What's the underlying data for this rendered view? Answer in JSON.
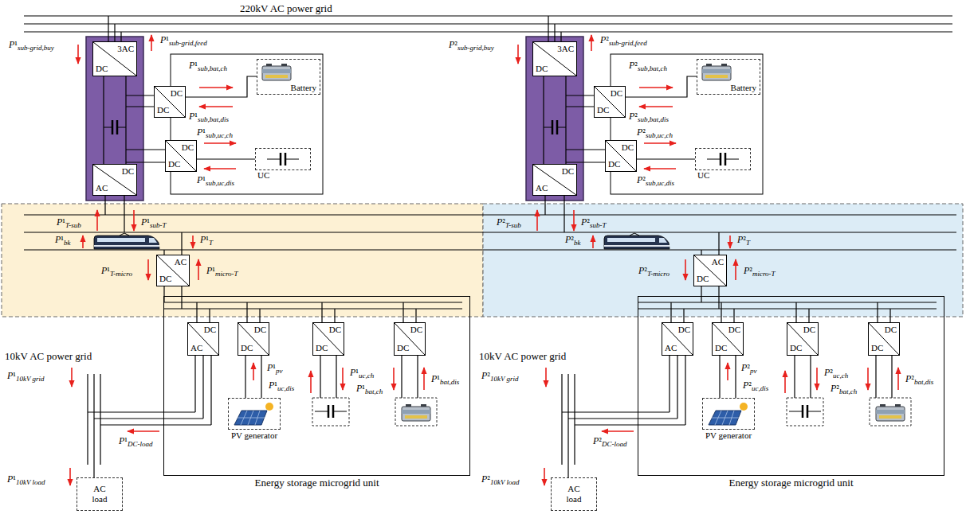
{
  "diagram": {
    "nodes": [
      {
        "text": [
          "3AC",
          "DC"
        ]
      },
      {
        "text": [
          "DC",
          "DC"
        ]
      },
      {
        "text": [
          "Battery"
        ]
      },
      {
        "text": [
          "DC",
          "DC"
        ]
      },
      {
        "text": [
          "UC"
        ]
      },
      {
        "text": [
          "DC",
          "AC"
        ]
      },
      {
        "text": [
          "3AC",
          "DC"
        ]
      },
      {
        "text": [
          "DC",
          "DC"
        ]
      },
      {
        "text": [
          "Battery"
        ]
      },
      {
        "text": [
          "DC",
          "DC"
        ]
      },
      {
        "text": [
          "UC"
        ]
      },
      {
        "text": [
          "DC",
          "AC"
        ]
      },
      {
        "text": [
          "AC",
          "DC"
        ]
      },
      {
        "text": [
          "AC",
          "DC"
        ]
      },
      {
        "text": [
          "Energy storage microgrid unit"
        ]
      },
      {
        "text": [
          "DC",
          "AC"
        ],
        "in": 14
      },
      {
        "text": [
          "DC",
          "DC"
        ],
        "in": 14
      },
      {
        "text": [
          "PV generator"
        ],
        "in": 14
      },
      {
        "text": [
          "DC",
          "DC"
        ],
        "in": 14
      },
      {
        "text": [
          "DC",
          "DC"
        ],
        "in": 14
      },
      {
        "text": [
          "AC load"
        ]
      },
      {
        "text": [
          "Energy storage microgrid unit"
        ]
      },
      {
        "text": [
          "DC",
          "AC"
        ],
        "in": 21
      },
      {
        "text": [
          "DC",
          "DC"
        ],
        "in": 21
      },
      {
        "text": [
          "PV generator"
        ],
        "in": 21
      },
      {
        "text": [
          "DC",
          "DC"
        ],
        "in": 21
      },
      {
        "text": [
          "DC",
          "DC"
        ],
        "in": 21
      },
      {
        "text": [
          "AC load"
        ]
      }
    ],
    "edges": [
      {
        "from": 0,
        "to": 5,
        "arrow": "none"
      },
      {
        "from": 1,
        "to": 2,
        "arrow": "none"
      },
      {
        "from": 3,
        "to": 4,
        "arrow": "none"
      },
      {
        "from": 6,
        "to": 11,
        "arrow": "none"
      },
      {
        "from": 7,
        "to": 8,
        "arrow": "none"
      },
      {
        "from": 9,
        "to": 10,
        "arrow": "none"
      },
      {
        "from": 12,
        "to": 14,
        "arrow": "none"
      },
      {
        "from": 13,
        "to": 21,
        "arrow": "none"
      },
      {
        "from": 16,
        "to": 17,
        "arrow": "none"
      },
      {
        "from": 23,
        "to": 24,
        "arrow": "none"
      }
    ],
    "labels": [
      "220kV AC power grid",
      "P¹sub-grid,buy",
      "P¹sub-grid,feed",
      "P¹sub,bat,ch",
      "P¹sub,bat,dis",
      "P¹sub,uc,ch",
      "P¹sub,uc,dis",
      "P¹T-sub",
      "P¹sub-T",
      "P¹bk",
      "P¹T",
      "P¹T-micro",
      "P¹micro-T",
      "10kV AC power grid",
      "P¹10kV grid",
      "P¹10kV load",
      "P¹DC-load",
      "P¹pv",
      "P¹uc,dis",
      "P¹uc,ch",
      "P¹bat,ch",
      "P¹bat,dis",
      "P²sub-grid,buy",
      "P²sub-grid,feed",
      "P²sub,bat,ch",
      "P²sub,bat,dis",
      "P²sub,uc,ch",
      "P²sub,uc,dis",
      "P²T-sub",
      "P²sub-T",
      "P²bk",
      "P²T",
      "P²T-micro",
      "P²micro-T",
      "10kV AC power grid",
      "P²10kV grid",
      "P²10kV load",
      "P²DC-load",
      "P²pv",
      "P²uc,dis",
      "P²uc,ch",
      "P²bat,ch",
      "P²bat,dis"
    ]
  }
}
